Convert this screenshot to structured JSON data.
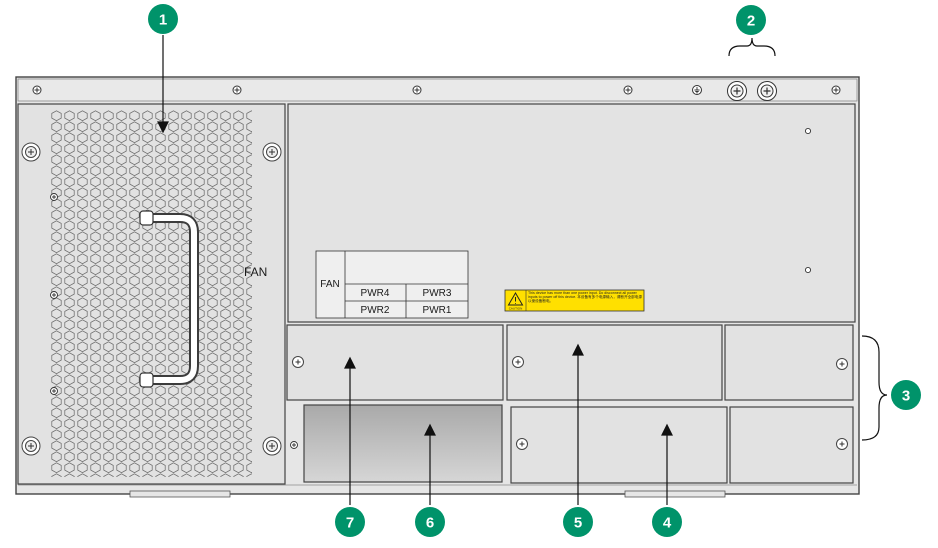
{
  "fan_module": {
    "label": "FAN"
  },
  "slot_table": {
    "fan_label": "FAN",
    "cells": [
      "PWR4",
      "PWR3",
      "PWR2",
      "PWR1"
    ]
  },
  "caution_label": {
    "icon": "warning-triangle-icon",
    "caption": "CAUTION",
    "text": "This device has more than one power input. Do disconnect all power inputs to power off this device. 本设备有多个电源输入，请断开全部电源以使设备断电。"
  },
  "callouts": [
    {
      "number": "1",
      "target": "fan-tray"
    },
    {
      "number": "2",
      "target": "grounding-screws"
    },
    {
      "number": "3",
      "target": "right-power-slots"
    },
    {
      "number": "4",
      "target": "power-slot-pwr1"
    },
    {
      "number": "5",
      "target": "power-slot-pwr3"
    },
    {
      "number": "6",
      "target": "power-slot-pwr2"
    },
    {
      "number": "7",
      "target": "power-slot-pwr4"
    }
  ],
  "colors": {
    "callout": "#00936A",
    "chassis": "#E6E6E6",
    "panel": "#E2E2E2",
    "outline": "#4A4A4A",
    "caution_bg": "#FFE000",
    "blank_slot": "#BDBDBD"
  }
}
